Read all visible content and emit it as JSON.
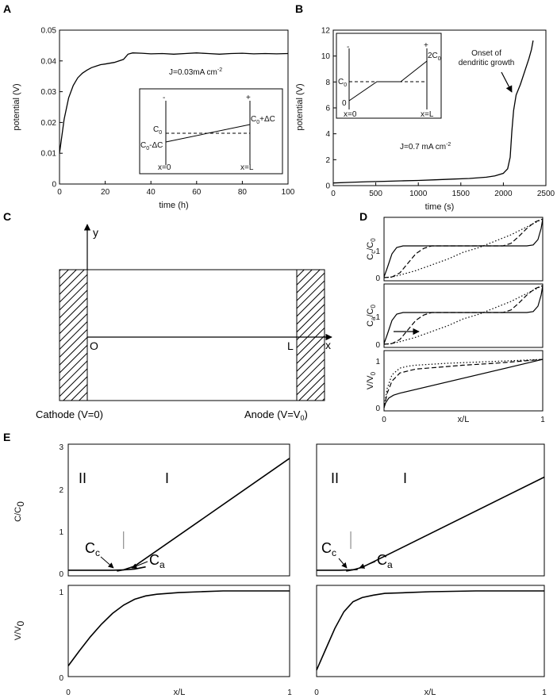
{
  "panels": [
    {
      "id": "A",
      "label": "A"
    },
    {
      "id": "B",
      "label": "B"
    },
    {
      "id": "C",
      "label": "C"
    },
    {
      "id": "D",
      "label": "D"
    },
    {
      "id": "E",
      "label": "E"
    }
  ],
  "chart_data": [
    {
      "panel": "A",
      "type": "line",
      "xlabel": "time (h)",
      "ylabel": "potential (V)",
      "xlim": [
        0,
        100
      ],
      "ylim": [
        0,
        0.05
      ],
      "xticks": [
        0,
        20,
        40,
        60,
        80,
        100
      ],
      "yticks": [
        0,
        0.01,
        0.02,
        0.03,
        0.04,
        0.05
      ],
      "xtick_labels": [
        "0",
        "20",
        "40",
        "60",
        "80",
        "100"
      ],
      "ytick_labels": [
        "0",
        "0.01",
        "0.02",
        "0.03",
        "0.04",
        "0.05"
      ],
      "annotation": "J=0.03mA cm",
      "annotation_sup": "-2",
      "x": [
        0,
        2,
        4,
        6,
        8,
        10,
        12,
        14,
        16,
        18,
        20,
        24,
        28,
        30,
        32,
        36,
        40,
        45,
        50,
        55,
        60,
        65,
        70,
        75,
        80,
        85,
        90,
        95,
        100
      ],
      "y": [
        0.01,
        0.021,
        0.028,
        0.032,
        0.0345,
        0.036,
        0.037,
        0.0378,
        0.0383,
        0.0388,
        0.039,
        0.0395,
        0.0405,
        0.0422,
        0.0426,
        0.0425,
        0.0423,
        0.0424,
        0.0422,
        0.0424,
        0.0426,
        0.0424,
        0.0422,
        0.0424,
        0.0425,
        0.0423,
        0.0424,
        0.0423,
        0.0424
      ],
      "inset": {
        "minus": "-",
        "plus": "+",
        "c0": "C",
        "c0_sub": "0",
        "c0_minus": "C",
        "c0_minus_sub": "0",
        "c0_minus_rest": "-ΔC",
        "c0_plus": "C",
        "c0_plus_sub": "0",
        "c0_plus_rest": "+ΔC",
        "x0": "x=0",
        "xL": "x=L"
      }
    },
    {
      "panel": "B",
      "type": "line",
      "xlabel": "time (s)",
      "ylabel": "potential (V)",
      "xlim": [
        0,
        2500
      ],
      "ylim": [
        0,
        12
      ],
      "xticks": [
        0,
        500,
        1000,
        1500,
        2000,
        2500
      ],
      "yticks": [
        0,
        2,
        4,
        6,
        8,
        10,
        12
      ],
      "xtick_labels": [
        "0",
        "500",
        "1000",
        "1500",
        "2000",
        "2500"
      ],
      "ytick_labels": [
        "0",
        "2",
        "4",
        "6",
        "8",
        "10",
        "12"
      ],
      "annotation": "J=0.7 mA cm",
      "annotation_sup": "-2",
      "callout": [
        "Onset of",
        "dendritic growth"
      ],
      "x": [
        0,
        200,
        400,
        600,
        800,
        1000,
        1200,
        1400,
        1600,
        1800,
        1900,
        2000,
        2050,
        2080,
        2100,
        2120,
        2150,
        2200,
        2250,
        2300,
        2330,
        2350
      ],
      "y": [
        0.2,
        0.25,
        0.3,
        0.33,
        0.37,
        0.4,
        0.45,
        0.5,
        0.55,
        0.65,
        0.75,
        0.95,
        1.3,
        2.2,
        4.2,
        5.8,
        7.0,
        7.8,
        8.8,
        9.8,
        10.5,
        11.2
      ],
      "inset": {
        "minus": "-",
        "plus": "+",
        "c0": "C",
        "c0_sub": "0",
        "zero": "0",
        "two_c0": "2C",
        "two_c0_sub": "0",
        "x0": "x=0",
        "xL": "x=L"
      }
    },
    {
      "panel": "C",
      "type": "schematic",
      "y_axis": "y",
      "x_axis": "x",
      "origin": "O",
      "L": "L",
      "cathode": "Cathode (V=0)",
      "anode": "Anode (V=V",
      "anode_sub": "0",
      "anode_close": ")"
    },
    {
      "panel": "D",
      "type": "line",
      "xlabel": "x/L",
      "xtick_labels": [
        "0",
        "1"
      ],
      "subplots": [
        {
          "ylabel": "C",
          "ylabel_sub": "c",
          "ylabel_rest": "/C",
          "ylabel_sub2": "0",
          "ytick_labels": [
            "0",
            "1"
          ],
          "ylim": [
            0,
            1.85
          ],
          "series": [
            {
              "style": "solid",
              "x": [
                0,
                0.02,
                0.05,
                0.08,
                0.12,
                0.2,
                0.9,
                0.94,
                0.97,
                0.99,
                1
              ],
              "y": [
                0.02,
                0.3,
                0.75,
                0.95,
                1.0,
                1.0,
                1.0,
                1.03,
                1.2,
                1.55,
                1.85
              ]
            },
            {
              "style": "dashed",
              "x": [
                0,
                0.05,
                0.1,
                0.15,
                0.2,
                0.25,
                0.3,
                0.75,
                0.8,
                0.85,
                0.9,
                0.95,
                1
              ],
              "y": [
                0,
                0.02,
                0.15,
                0.45,
                0.75,
                0.92,
                1.0,
                1.0,
                1.08,
                1.3,
                1.55,
                1.75,
                1.85
              ]
            },
            {
              "style": "dotted",
              "x": [
                0,
                0.05,
                0.1,
                0.2,
                0.3,
                0.4,
                0.5,
                0.6,
                0.7,
                0.8,
                0.9,
                1
              ],
              "y": [
                0,
                0.02,
                0.08,
                0.22,
                0.4,
                0.58,
                0.8,
                0.95,
                1.15,
                1.35,
                1.6,
                1.85
              ]
            }
          ]
        },
        {
          "ylabel": "C",
          "ylabel_sub": "a",
          "ylabel_rest": "/C",
          "ylabel_sub2": "0",
          "ytick_labels": [
            "0",
            "1"
          ],
          "ylim": [
            0,
            1.85
          ],
          "series": [
            {
              "style": "solid",
              "x": [
                0,
                0.02,
                0.05,
                0.08,
                0.12,
                0.2,
                0.9,
                0.94,
                0.97,
                0.99,
                1
              ],
              "y": [
                0.02,
                0.3,
                0.75,
                0.95,
                1.0,
                1.0,
                1.0,
                1.03,
                1.2,
                1.55,
                1.85
              ]
            },
            {
              "style": "dashed",
              "x": [
                0,
                0.05,
                0.1,
                0.15,
                0.2,
                0.25,
                0.3,
                0.75,
                0.8,
                0.85,
                0.9,
                0.95,
                1
              ],
              "y": [
                0,
                0.02,
                0.15,
                0.45,
                0.75,
                0.92,
                1.0,
                1.0,
                1.08,
                1.3,
                1.55,
                1.75,
                1.85
              ]
            },
            {
              "style": "dotted",
              "x": [
                0,
                0.05,
                0.1,
                0.2,
                0.3,
                0.4,
                0.5,
                0.6,
                0.7,
                0.8,
                0.9,
                1
              ],
              "y": [
                0,
                0.02,
                0.08,
                0.22,
                0.4,
                0.58,
                0.8,
                0.95,
                1.15,
                1.35,
                1.6,
                1.85
              ]
            }
          ]
        },
        {
          "ylabel": "V/V",
          "ylabel_sub": "0",
          "ytick_labels": [
            "0",
            "1"
          ],
          "ylim": [
            0,
            1.15
          ],
          "series": [
            {
              "style": "solid",
              "x": [
                0,
                0.01,
                0.03,
                0.06,
                0.1,
                1
              ],
              "y": [
                0,
                0.1,
                0.2,
                0.26,
                0.3,
                1.0
              ]
            },
            {
              "style": "dashed",
              "x": [
                0,
                0.02,
                0.05,
                0.1,
                0.2,
                0.35,
                0.5,
                0.7,
                1
              ],
              "y": [
                0,
                0.3,
                0.55,
                0.72,
                0.8,
                0.84,
                0.88,
                0.92,
                1.0
              ]
            },
            {
              "style": "dotted",
              "x": [
                0,
                0.02,
                0.05,
                0.1,
                0.15,
                0.2,
                0.4,
                0.7,
                1
              ],
              "y": [
                0,
                0.4,
                0.68,
                0.82,
                0.86,
                0.88,
                0.92,
                0.96,
                1.0
              ]
            }
          ]
        }
      ]
    },
    {
      "panel": "E",
      "type": "line",
      "xlabel": "x/L",
      "xtick_labels": [
        "0",
        "1"
      ],
      "upper_ylabel": "C/C",
      "upper_ylabel_sub": "0",
      "upper_yticks": [
        0,
        1,
        2,
        3
      ],
      "upper_ytick_labels": [
        "0",
        "1",
        "2",
        "3"
      ],
      "lower_ylabel": "V/V",
      "lower_ylabel_sub": "0",
      "lower_yticks": [
        0,
        1
      ],
      "lower_ytick_labels": [
        "0",
        "1"
      ],
      "region_labels": [
        "II",
        "I"
      ],
      "cc": "C",
      "cc_sub": "c",
      "ca": "C",
      "ca_sub": "a",
      "subplots": [
        {
          "boundary": 0.25,
          "cc": {
            "x": [
              0,
              0.2,
              0.25,
              0.3,
              0.35
            ],
            "y": [
              0.02,
              0.02,
              0.03,
              0.05,
              0.1
            ]
          },
          "ca": {
            "x": [
              0.22,
              0.25,
              0.3,
              1
            ],
            "y": [
              0,
              0.03,
              0.12,
              2.7
            ]
          },
          "v": {
            "x": [
              0,
              0.05,
              0.1,
              0.15,
              0.2,
              0.25,
              0.3,
              0.35,
              0.4,
              0.5,
              0.6,
              0.7,
              0.8,
              1
            ],
            "y": [
              0.1,
              0.28,
              0.45,
              0.6,
              0.73,
              0.83,
              0.9,
              0.94,
              0.96,
              0.98,
              0.99,
              1.0,
              1.0,
              1.0
            ]
          }
        },
        {
          "boundary": 0.15,
          "cc": {
            "x": [
              0,
              0.1,
              0.15,
              0.18
            ],
            "y": [
              0.02,
              0.02,
              0.03,
              0.04
            ]
          },
          "ca": {
            "x": [
              0.13,
              0.16,
              0.2,
              1
            ],
            "y": [
              0,
              0.03,
              0.09,
              2.25
            ]
          },
          "v": {
            "x": [
              0,
              0.04,
              0.08,
              0.12,
              0.16,
              0.2,
              0.25,
              0.3,
              0.4,
              0.5,
              0.7,
              1
            ],
            "y": [
              0.05,
              0.3,
              0.55,
              0.75,
              0.87,
              0.92,
              0.95,
              0.97,
              0.98,
              0.99,
              1.0,
              1.0
            ]
          }
        }
      ]
    }
  ]
}
